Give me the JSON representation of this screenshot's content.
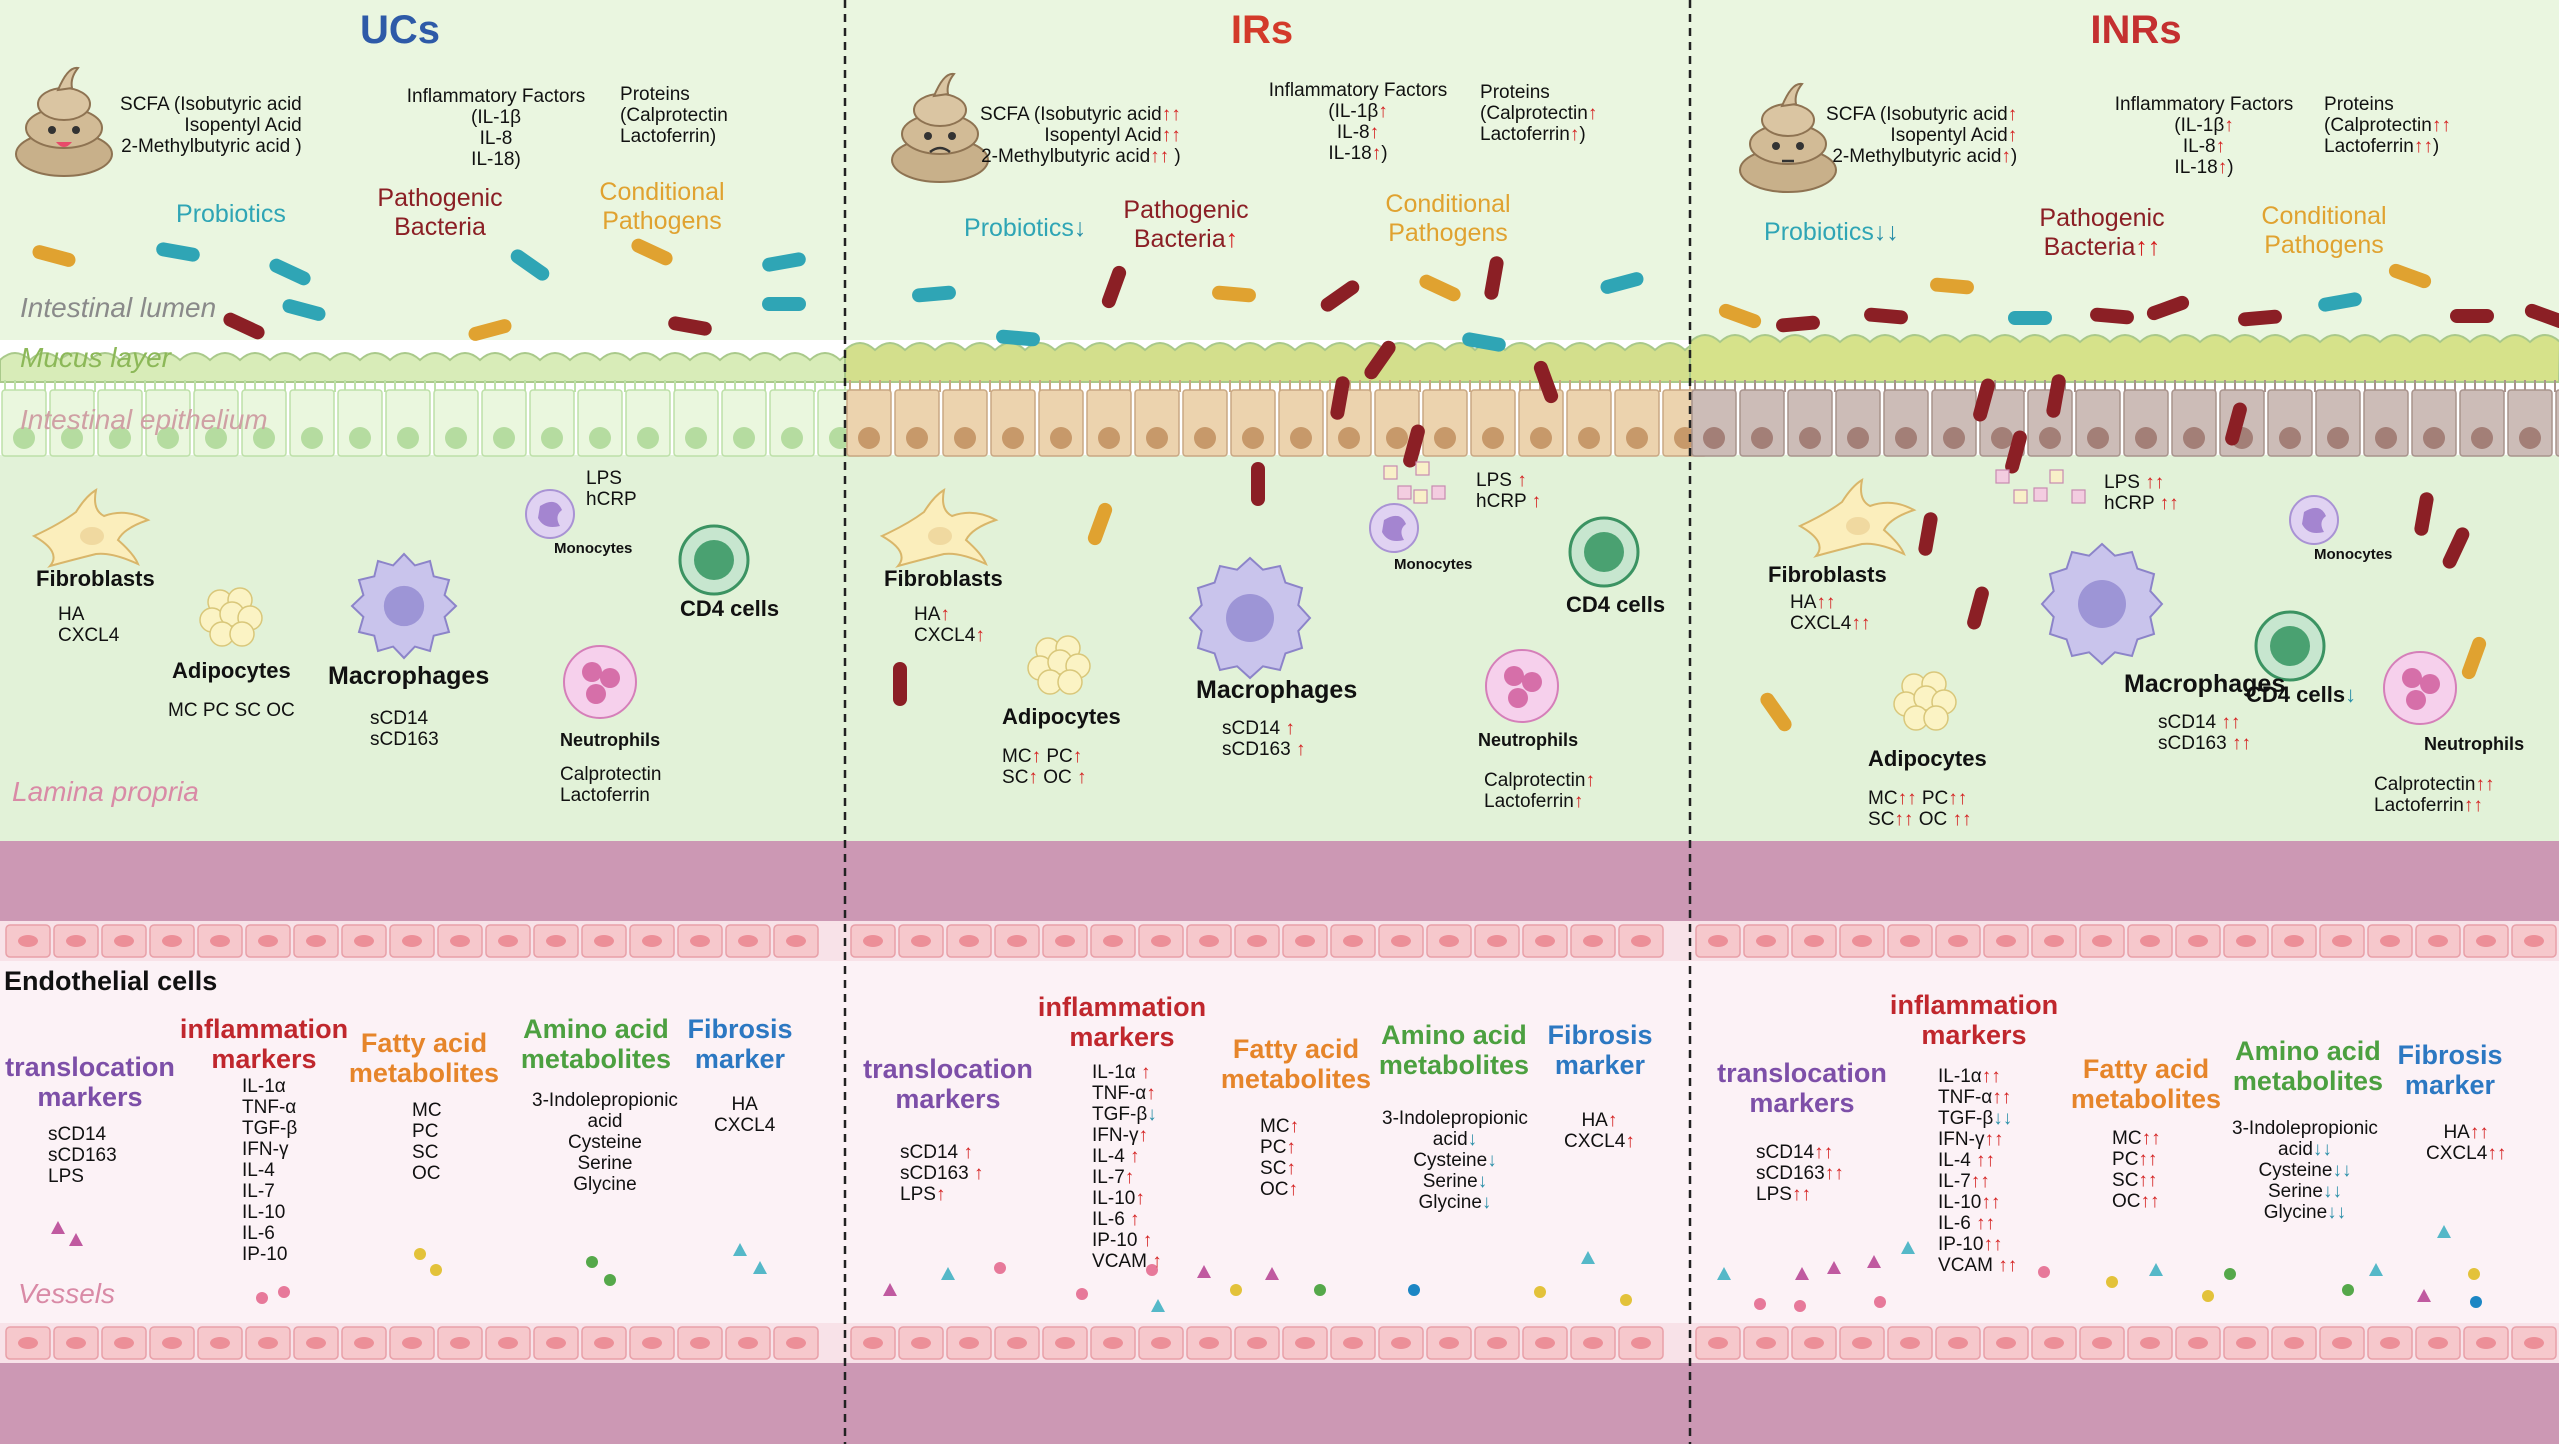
{
  "colors": {
    "ucs": "#2e5aa8",
    "irs": "#d33a2a",
    "inrs": "#c43030",
    "probiotic": "#2fa5b5",
    "pathogenic": "#8b1f25",
    "conditional": "#e0a230",
    "translocation": "#7d4fa8",
    "inflammation": "#c0272d",
    "fatty": "#e6852a",
    "amino": "#4ca040",
    "fibrosis": "#2c78c2",
    "lumen": "#eaf6e0",
    "lamina": "#e2f2d8",
    "band": "#cc98b4",
    "vessel": "#fcf2f6"
  },
  "icons": [
    "poop-happy-icon",
    "poop-worried-icon",
    "poop-sad-icon",
    "fibroblast-icon",
    "adipocyte-icon",
    "macrophage-icon",
    "monocyte-icon",
    "neutrophil-icon",
    "cd4-cell-icon",
    "bacteria-icon"
  ],
  "labels": {
    "lumen": "Intestinal lumen",
    "mucus": "Mucus layer",
    "epithelium": "Intestinal epithelium",
    "lamina": "Lamina propria",
    "vessels": "Vessels",
    "endothelial": "Endothelial cells"
  },
  "columns": [
    {
      "title": "UCs",
      "scfa": [
        "SCFA  (Isobutyric acid",
        "Isopentyl Acid",
        "2-Methylbutyric acid )"
      ],
      "inflam": [
        "Inflammatory Factors",
        "(IL-1β",
        "IL-8",
        "IL-18)"
      ],
      "proteins": [
        "Proteins",
        "(Calprotectin",
        "Lactoferrin)"
      ],
      "probiotics": "Probiotics",
      "pathogenic": [
        "Pathogenic",
        "Bacteria"
      ],
      "conditional": [
        "Conditional",
        "Pathogens"
      ],
      "lps": [
        "LPS",
        "hCRP"
      ],
      "fibroblasts": "Fibroblasts",
      "fib_markers": [
        "HA",
        "CXCL4"
      ],
      "adipocytes": "Adipocytes",
      "adi_markers": [
        "MC  PC  SC  OC"
      ],
      "macrophages": "Macrophages",
      "mac_markers": [
        "sCD14",
        "sCD163"
      ],
      "monocytes": "Monocytes",
      "cd4": "CD4 cells",
      "neutrophils": "Neutrophils",
      "neu_markers": [
        "Calprotectin",
        "Lactoferrin"
      ],
      "cat_translocation": [
        "translocation",
        "markers"
      ],
      "cat_inflammation": [
        "inflammation",
        "markers"
      ],
      "cat_fatty": [
        "Fatty acid",
        "metabolites"
      ],
      "cat_amino": [
        "Amino acid",
        "metabolites"
      ],
      "cat_fibrosis": [
        "Fibrosis",
        "marker"
      ],
      "v_translocation": [
        "sCD14",
        "sCD163",
        "LPS"
      ],
      "v_inflammation": [
        "IL-1α",
        "TNF-α",
        "TGF-β",
        "IFN-γ",
        "IL-4",
        "IL-7",
        "IL-10",
        "IL-6",
        "IP-10"
      ],
      "v_fatty": [
        "MC",
        "PC",
        "SC",
        "OC"
      ],
      "v_amino": [
        "3-Indolepropionic",
        "acid",
        "Cysteine",
        "Serine",
        "Glycine"
      ],
      "v_fibrosis": [
        "HA",
        "CXCL4"
      ]
    },
    {
      "title": "IRs",
      "scfa": [
        "SCFA  (Isobutyric acid↑↑",
        "Isopentyl Acid↑↑",
        "2-Methylbutyric acid↑↑ )"
      ],
      "inflam": [
        "Inflammatory Factors",
        "(IL-1β↑",
        "IL-8↑",
        "IL-18↑)"
      ],
      "proteins": [
        "Proteins",
        "(Calprotectin↑",
        "Lactoferrin↑)"
      ],
      "probiotics": "Probiotics↓",
      "pathogenic": [
        "Pathogenic",
        "Bacteria↑"
      ],
      "conditional": [
        "Conditional",
        "Pathogens"
      ],
      "lps": [
        "LPS ↑",
        "hCRP  ↑"
      ],
      "fibroblasts": "Fibroblasts",
      "fib_markers": [
        "HA↑",
        "CXCL4↑"
      ],
      "adipocytes": "Adipocytes",
      "adi_markers": [
        "MC↑  PC↑",
        "SC↑  OC ↑"
      ],
      "macrophages": "Macrophages",
      "mac_markers": [
        "sCD14 ↑",
        "sCD163 ↑"
      ],
      "monocytes": "Monocytes",
      "cd4": "CD4 cells",
      "neutrophils": "Neutrophils",
      "neu_markers": [
        "Calprotectin↑",
        "Lactoferrin↑"
      ],
      "cat_translocation": [
        "translocation",
        "markers"
      ],
      "cat_inflammation": [
        "inflammation",
        "markers"
      ],
      "cat_fatty": [
        "Fatty acid",
        "metabolites"
      ],
      "cat_amino": [
        "Amino acid",
        "metabolites"
      ],
      "cat_fibrosis": [
        "Fibrosis",
        "marker"
      ],
      "v_translocation": [
        "sCD14 ↑",
        "sCD163 ↑",
        "LPS↑"
      ],
      "v_inflammation": [
        "IL-1α ↑",
        "TNF-α↑",
        "TGF-β↓",
        "IFN-γ↑",
        "IL-4 ↑",
        "IL-7↑",
        "IL-10↑",
        "IL-6 ↑",
        "IP-10 ↑",
        "VCAM ↑"
      ],
      "v_fatty": [
        "MC↑",
        "PC↑",
        "SC↑",
        "OC↑"
      ],
      "v_amino": [
        "3-Indolepropionic",
        "acid↓",
        "Cysteine↓",
        "Serine↓",
        "Glycine↓"
      ],
      "v_fibrosis": [
        "HA↑",
        "CXCL4↑"
      ]
    },
    {
      "title": "INRs",
      "scfa": [
        "SCFA  (Isobutyric acid↑",
        "Isopentyl Acid↑",
        "2-Methylbutyric acid↑)"
      ],
      "inflam": [
        "Inflammatory Factors",
        "(IL-1β↑",
        "IL-8↑",
        "IL-18↑)"
      ],
      "proteins": [
        "Proteins",
        "(Calprotectin↑↑",
        "Lactoferrin↑↑)"
      ],
      "probiotics": "Probiotics↓↓",
      "pathogenic": [
        "Pathogenic",
        "Bacteria↑↑"
      ],
      "conditional": [
        "Conditional",
        "Pathogens"
      ],
      "lps": [
        "LPS ↑↑",
        "hCRP ↑↑"
      ],
      "fibroblasts": "Fibroblasts",
      "fib_markers": [
        "HA↑↑",
        "CXCL4↑↑"
      ],
      "adipocytes": "Adipocytes",
      "adi_markers": [
        "MC↑↑  PC↑↑",
        "SC↑↑  OC ↑↑"
      ],
      "macrophages": "Macrophages",
      "mac_markers": [
        "sCD14 ↑↑",
        "sCD163 ↑↑"
      ],
      "monocytes": "Monocytes",
      "cd4": "CD4 cells↓",
      "neutrophils": "Neutrophils",
      "neu_markers": [
        "Calprotectin↑↑",
        "Lactoferrin↑↑"
      ],
      "cat_translocation": [
        "translocation",
        "markers"
      ],
      "cat_inflammation": [
        "inflammation",
        "markers"
      ],
      "cat_fatty": [
        "Fatty acid",
        "metabolites"
      ],
      "cat_amino": [
        "Amino acid",
        "metabolites"
      ],
      "cat_fibrosis": [
        "Fibrosis",
        "marker"
      ],
      "v_translocation": [
        "sCD14↑↑",
        "sCD163↑↑",
        "LPS↑↑"
      ],
      "v_inflammation": [
        "IL-1α↑↑",
        "TNF-α↑↑",
        "TGF-β↓↓",
        "IFN-γ↑↑",
        "IL-4 ↑↑",
        "IL-7↑↑",
        "IL-10↑↑",
        "IL-6 ↑↑",
        "IP-10↑↑",
        "VCAM ↑↑"
      ],
      "v_fatty": [
        "MC↑↑",
        "PC↑↑",
        "SC↑↑",
        "OC↑↑"
      ],
      "v_amino": [
        "3-Indolepropionic",
        "acid↓↓",
        "Cysteine↓↓",
        "Serine↓↓",
        "Glycine↓↓"
      ],
      "v_fibrosis": [
        "HA↑↑",
        "CXCL4↑↑"
      ]
    }
  ]
}
